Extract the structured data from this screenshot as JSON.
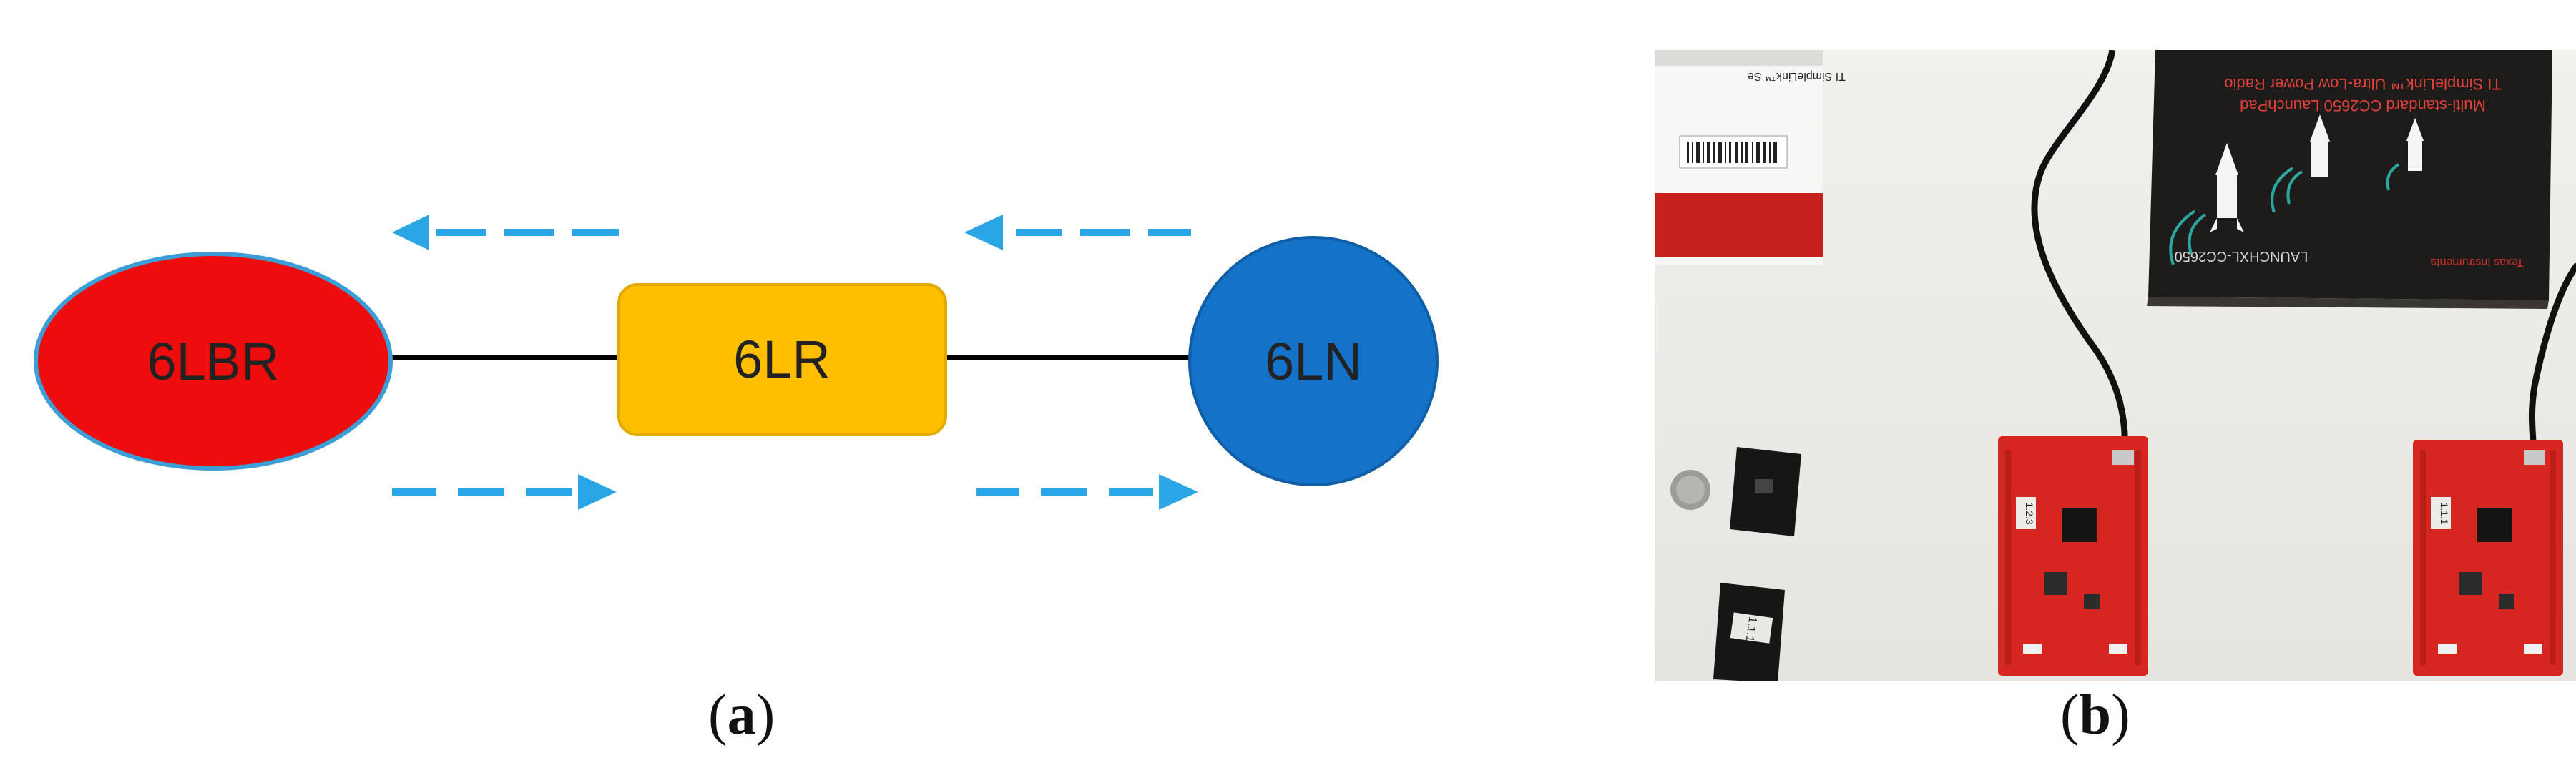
{
  "figure": {
    "panel_a": {
      "caption_letter": "a",
      "nodes": {
        "border_router": {
          "label": "6LBR",
          "color": "#ee0d0d"
        },
        "router": {
          "label": "6LR",
          "color": "#fdbf00"
        },
        "node": {
          "label": "6LN",
          "color": "#1473c9"
        }
      },
      "arrow_color": "#2ba6e5",
      "link_color": "#000000"
    },
    "panel_b": {
      "caption_letter": "b",
      "photo_text": {
        "small_box_label": "TI SimpleLink™ Se",
        "box_title_line1": "TI SimpleLink™ Ultra-Low Power Radio",
        "box_title_line2": "Multi-standard CC2650 LaunchPad",
        "box_part_number": "LAUNCHXL-CC2650",
        "box_brand": "Texas Instruments",
        "sticker_left": "1.2.3",
        "sticker_right": "1.1.1",
        "sticker_sensor": "1.1.1"
      },
      "colors": {
        "board_red": "#d7261f",
        "box_black": "#1e1c1b"
      }
    }
  }
}
